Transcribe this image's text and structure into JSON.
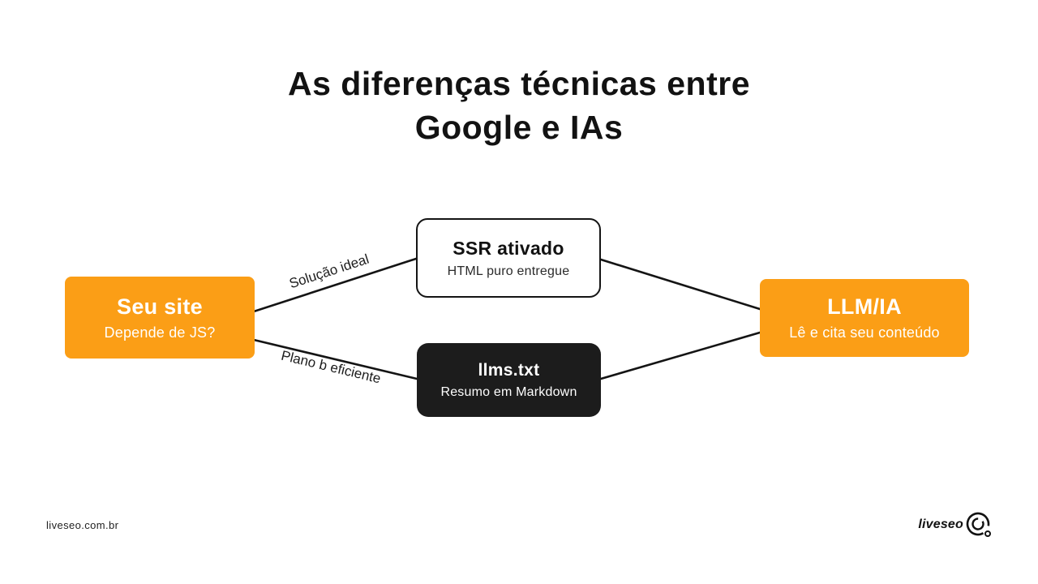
{
  "title": {
    "line1": "As diferenças técnicas entre",
    "line2": "Google e IAs"
  },
  "nodes": {
    "site": {
      "title": "Seu site",
      "subtitle": "Depende de JS?"
    },
    "ssr": {
      "title": "SSR ativado",
      "subtitle": "HTML puro entregue"
    },
    "llms": {
      "title": "llms.txt",
      "subtitle": "Resumo em Markdown"
    },
    "llm_ia": {
      "title": "LLM/IA",
      "subtitle": "Lê e cita seu conteúdo"
    }
  },
  "edges": {
    "ideal": {
      "label": "Solução ideal"
    },
    "plan_b": {
      "label": "Plano b eficiente"
    }
  },
  "footer": {
    "site_url": "liveseo.com.br",
    "logo_text": "liveseo"
  },
  "colors": {
    "accent_orange": "#FB9E16",
    "dark": "#1C1C1C",
    "line": "#141414",
    "background": "#FFFFFF"
  }
}
